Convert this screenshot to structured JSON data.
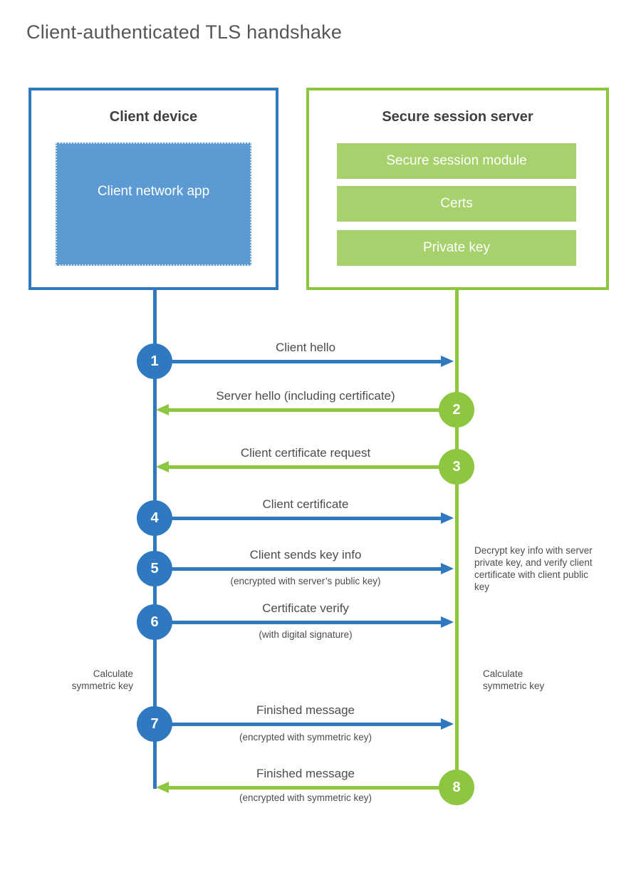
{
  "title": "Client-authenticated TLS handshake",
  "colors": {
    "client_blue": "#2e79bf",
    "client_fill_blue": "#5b9ad2",
    "server_green": "#8dc63f",
    "server_fill_green": "#a7d16c",
    "text_gray": "#4b4c4e"
  },
  "client": {
    "title": "Client device",
    "app_label": "Client network app"
  },
  "server": {
    "title": "Secure session server",
    "modules": [
      "Secure session module",
      "Certs",
      "Private key"
    ]
  },
  "steps": [
    {
      "num": "1",
      "from": "client",
      "label": "Client hello",
      "sublabel": ""
    },
    {
      "num": "2",
      "from": "server",
      "label": "Server hello (including certificate)",
      "sublabel": ""
    },
    {
      "num": "3",
      "from": "server",
      "label": "Client certificate request",
      "sublabel": ""
    },
    {
      "num": "4",
      "from": "client",
      "label": "Client certificate",
      "sublabel": ""
    },
    {
      "num": "5",
      "from": "client",
      "label": "Client sends key info",
      "sublabel": "(encrypted with server’s public key)"
    },
    {
      "num": "6",
      "from": "client",
      "label": "Certificate verify",
      "sublabel": "(with digital signature)"
    },
    {
      "num": "7",
      "from": "client",
      "label": "Finished message",
      "sublabel": "(encrypted with symmetric key)"
    },
    {
      "num": "8",
      "from": "server",
      "label": "Finished message",
      "sublabel": "(encrypted with symmetric key)"
    }
  ],
  "notes": {
    "decrypt": "Decrypt key info with server private key, and verify client certificate with client public key",
    "calc_left": "Calculate symmetric key",
    "calc_right": "Calculate symmetric key"
  }
}
